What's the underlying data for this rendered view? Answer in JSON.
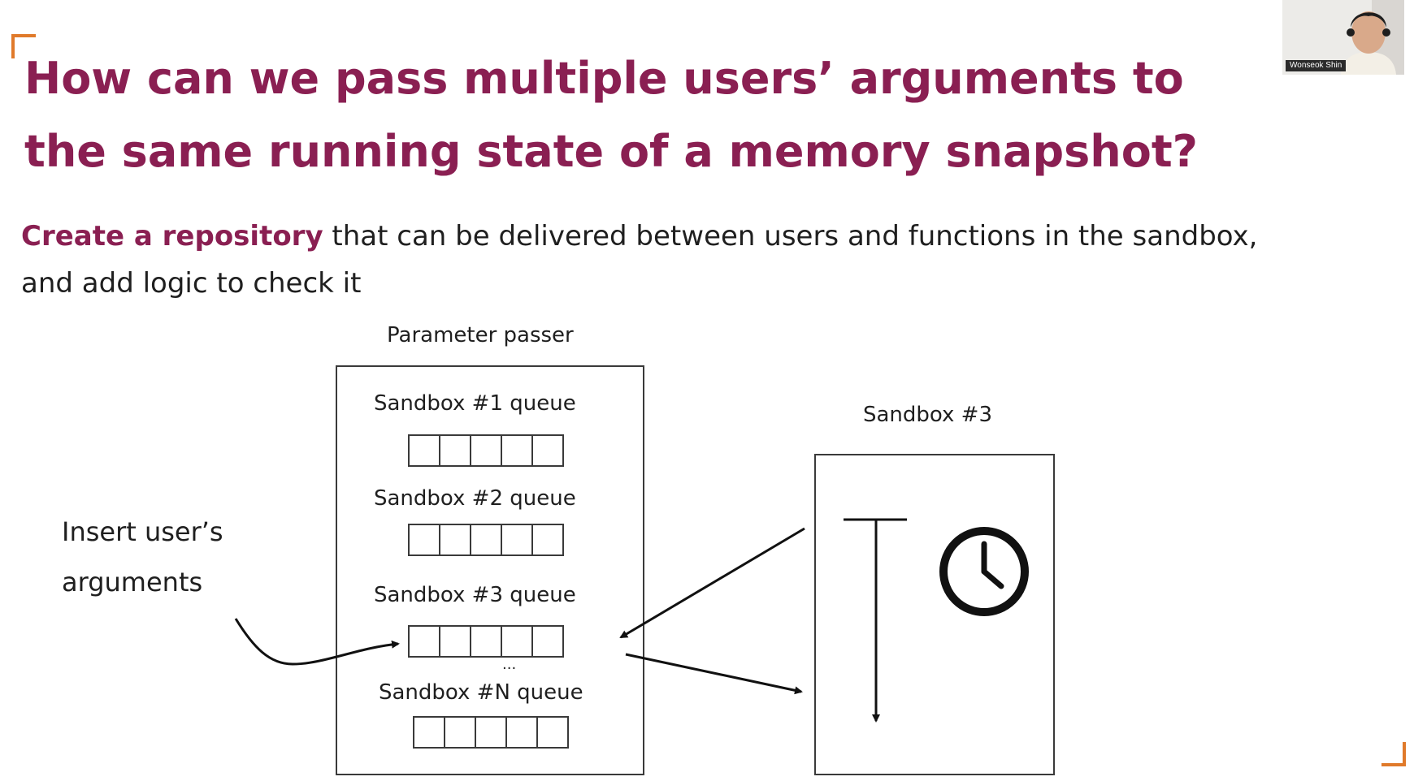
{
  "slide": {
    "title_line1": "How can we pass multiple users’ arguments to",
    "title_line2": "the same running state of a memory snapshot?",
    "subtitle_highlight": "Create a repository",
    "subtitle_rest": " that can be delivered between users and functions in the sandbox,",
    "subtitle_line2": "and add logic to check it",
    "accent_color": "#8a1f52",
    "corner_color": "#e07a2a"
  },
  "webcam": {
    "name": "Wonseok Shin"
  },
  "diagram": {
    "passer_label": "Parameter passer",
    "queues": [
      {
        "label": "Sandbox #1 queue"
      },
      {
        "label": "Sandbox #2 queue"
      },
      {
        "label": "Sandbox #3 queue"
      },
      {
        "label": "Sandbox #N queue"
      }
    ],
    "ellipsis": "...",
    "sandbox_label": "Sandbox #3",
    "insert_label_line1": "Insert user’s",
    "insert_label_line2": "arguments",
    "clock_icon": "clock-icon"
  }
}
